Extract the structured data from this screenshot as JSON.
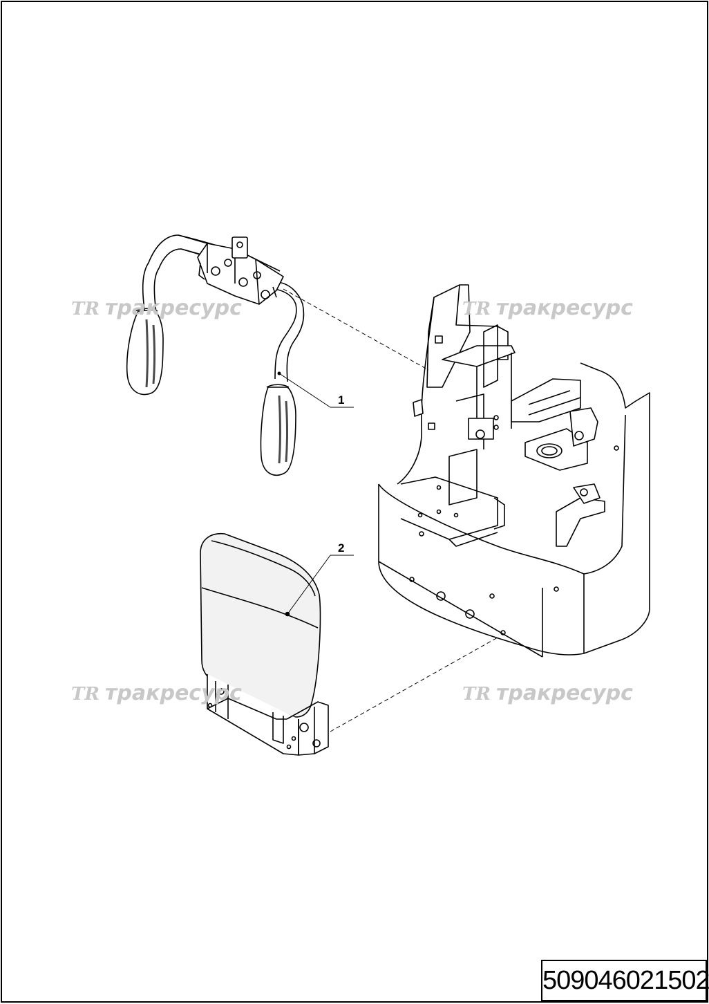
{
  "callouts": {
    "item_1": "1",
    "item_2": "2"
  },
  "watermark": {
    "text": "тракресурс",
    "logo": "ТR"
  },
  "part_number": "509046021502",
  "colors": {
    "line": "#000000",
    "watermark": "#c8c8c8",
    "grip_dark": "#4a4a4a",
    "seat_fill": "#f2f2f2"
  }
}
